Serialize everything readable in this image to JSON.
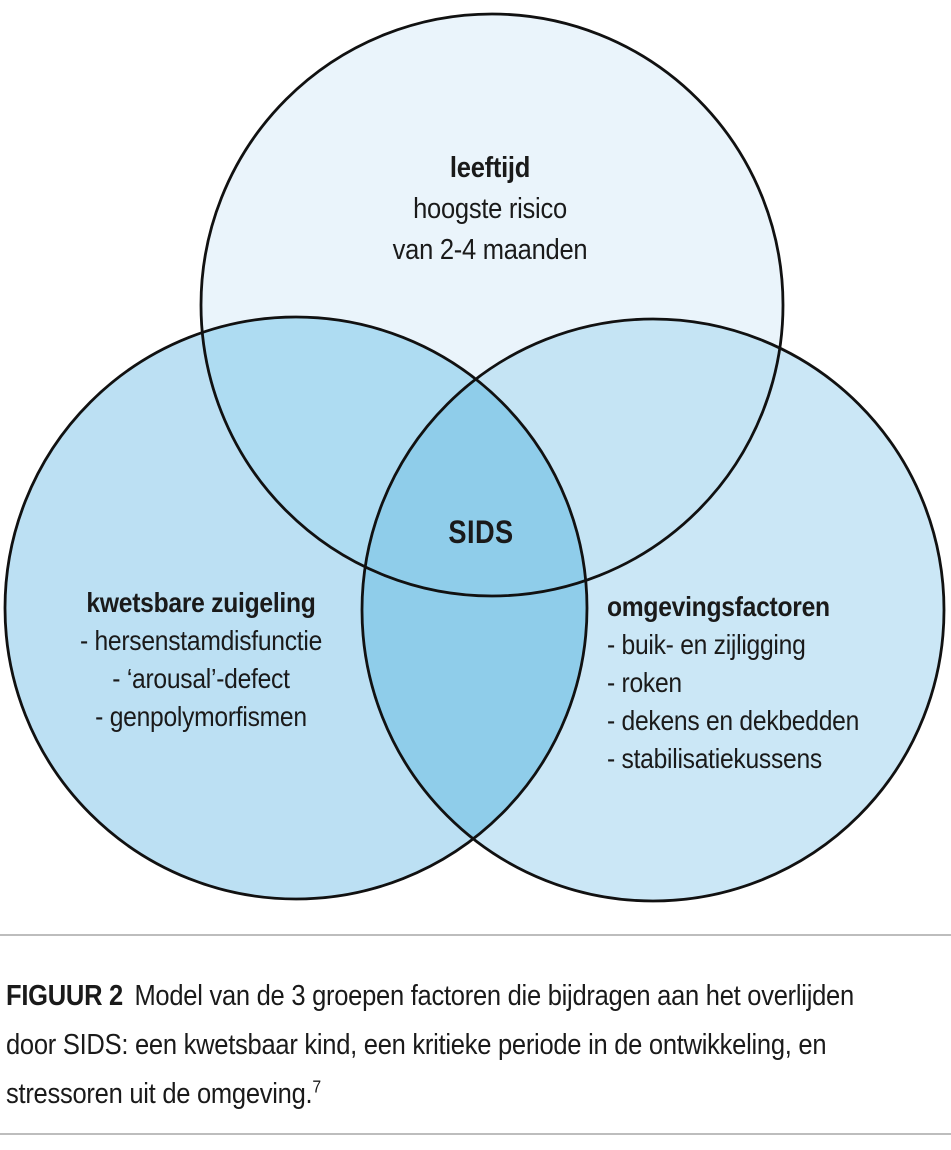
{
  "figure": {
    "center_label": "SIDS",
    "circles": {
      "top": {
        "title": "leeftijd",
        "lines": [
          "hoogste risico",
          "van 2-4 maanden"
        ]
      },
      "left": {
        "title": "kwetsbare zuigeling",
        "items": [
          "- hersenstamdisfunctie",
          "- ‘arousal’-defect",
          "- genpolymorfismen"
        ]
      },
      "right": {
        "title": "omgevingsfactoren",
        "items": [
          "- buik- en zijligging",
          "- roken",
          "- dekens en dekbedden",
          "- stabilisatiekussens"
        ]
      }
    },
    "colors": {
      "top_only": "#EAF4FB",
      "left_only": "#BCE0F3",
      "right_only": "#CBE7F6",
      "top_left_overlap": "#AEDCF2",
      "top_right_overlap": "#C5E4F4",
      "left_right_overlap": "#8FCDEA",
      "outline": "#111111"
    }
  },
  "caption": {
    "label": "FIGUUR 2",
    "lines": [
      "Model van de 3 groepen factoren die bijdragen aan het overlijden",
      "door SIDS: een kwetsbaar kind, een kritieke periode in de ontwikkeling, en",
      "stressoren uit de omgeving."
    ],
    "footnote_ref": "7"
  }
}
